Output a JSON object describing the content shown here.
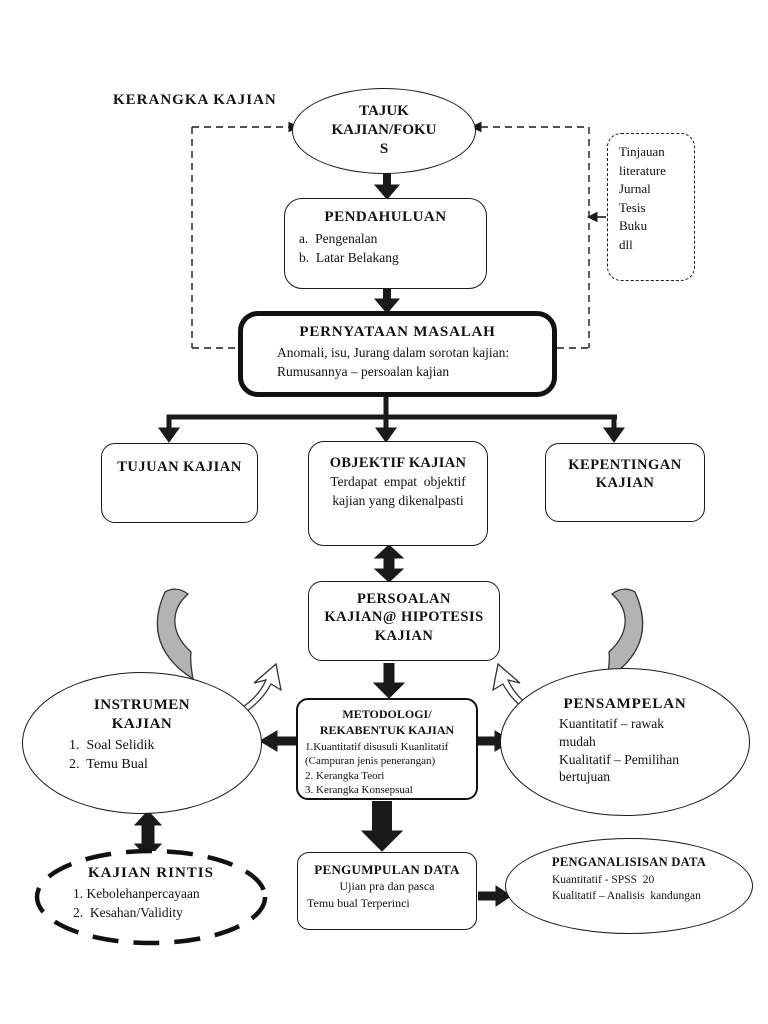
{
  "colors": {
    "ink": "#1a1a1a",
    "swoosh_gray": "#b3b3b3",
    "page_bg": "#ffffff"
  },
  "heading": "KERANGKA KAJIAN",
  "nodes": {
    "tajuk": {
      "label": "TAJUK\nKAJIAN/FOKU\nS"
    },
    "tinjauan": {
      "label": "Tinjauan\nliterature\nJurnal\nTesis\nBuku\ndll"
    },
    "pendahuluan": {
      "title": "PENDAHULUAN",
      "items": "a.  Pengenalan\nb.  Latar Belakang"
    },
    "pernyataan": {
      "title": "PERNYATAAN MASALAH",
      "body": "Anomali, isu, Jurang dalam sorotan kajian:\nRumusannya – persoalan kajian"
    },
    "tujuan": {
      "title": "TUJUAN KAJIAN"
    },
    "objektif": {
      "title": "OBJEKTIF KAJIAN",
      "body": "Terdapat  empat  objektif\nkajian yang dikenalpasti"
    },
    "kepentingan": {
      "title": "KEPENTINGAN\nKAJIAN"
    },
    "persoalan": {
      "title": "PERSOALAN\nKAJIAN@ HIPOTESIS\nKAJIAN"
    },
    "metodologi": {
      "title": "METODOLOGI/\nREKABENTUK KAJIAN",
      "body": "1.Kuantitatif disusuli Kuanlitatif\n(Campuran jenis penerangan)\n2. Kerangka Teori\n3. Kerangka Konsepsual"
    },
    "instrumen": {
      "title": "INSTRUMEN\nKAJIAN",
      "items": "1.  Soal Selidik\n2.  Temu Bual"
    },
    "pensampelan": {
      "title": "PENSAMPELAN",
      "body": "Kuantitatif – rawak\nmudah\nKualitatif – Pemilihan\nbertujuan"
    },
    "kajian_rintis": {
      "title": "KAJIAN RINTIS",
      "items": "1. Kebolehanpercayaan\n2.  Kesahan/Validity"
    },
    "pengumpulan": {
      "title": "PENGUMPULAN DATA",
      "line1": "Ujian pra dan pasca",
      "line2": "Temu bual Terperinci"
    },
    "penganalisisan": {
      "title": "PENGANALISISAN DATA",
      "body": "Kuantitatif - SPSS  20\nKualitatif – Analisis  kandungan"
    }
  }
}
